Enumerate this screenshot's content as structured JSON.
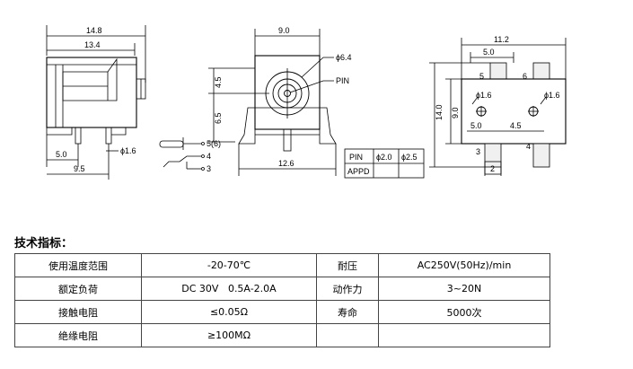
{
  "drawing": {
    "side_view": {
      "dim_total": "14.8",
      "dim_body": "13.4",
      "dim_bottom_a": "5.0",
      "dim_bottom_b": "9.5",
      "dim_hole": "ϕ1.6"
    },
    "pin_symbol": {
      "label_top": "5(6)",
      "label_mid": "4",
      "label_bot": "3"
    },
    "front_view": {
      "dim_width": "9.0",
      "dim_upper": "4.5",
      "dim_lower": "6.5",
      "dim_base": "12.6",
      "dim_hole": "ϕ6.4",
      "label_pin": "PIN"
    },
    "pin_table": {
      "rows": [
        [
          "PIN",
          "ϕ2.0",
          "ϕ2.5"
        ],
        [
          "APPD",
          "",
          ""
        ]
      ]
    },
    "pcb_layout": {
      "dim_total_width": "11.2",
      "dim_upper_gap": "5.0",
      "dim_height": "14.0",
      "dim_inner_height": "9.0",
      "dim_hole_left": "ϕ1.6",
      "dim_hole_right": "ϕ1.6",
      "dim_hole_spacing_a": "5.0",
      "dim_hole_spacing_b": "4.5",
      "dim_pad_width": "2",
      "pad_5": "5",
      "pad_6": "6",
      "pad_3": "3",
      "pad_4": "4"
    }
  },
  "specs": {
    "title": "技术指标：",
    "rows": [
      [
        "使用温度范围",
        "-20-70℃",
        "耐压",
        "AC250V(50Hz)/min"
      ],
      [
        "额定负荷",
        "DC 30V   0.5A-2.0A",
        "动作力",
        "3~20N"
      ],
      [
        "接触电阻",
        "≤0.05Ω",
        "寿命",
        "5000次"
      ],
      [
        "绝缘电阻",
        "≥100MΩ",
        "",
        ""
      ]
    ]
  }
}
